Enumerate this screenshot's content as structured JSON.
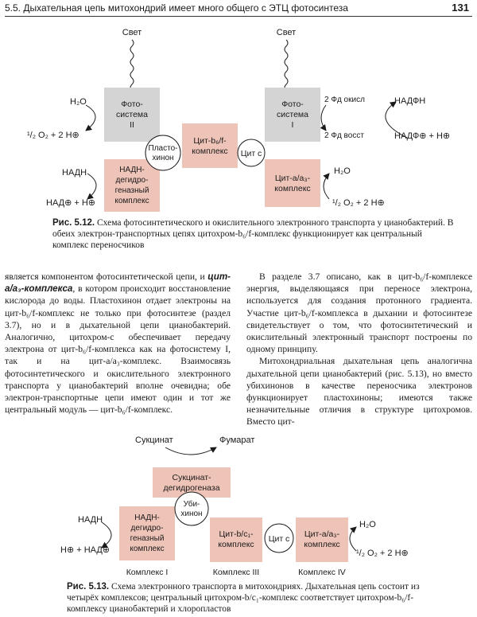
{
  "header": {
    "title": "5.5. Дыхательная цепь митохондрий имеет много общего с ЭТЦ фотосинтеза",
    "page": "131"
  },
  "fig1": {
    "light_left": "Свет",
    "light_right": "Свет",
    "ps2": [
      "Фото-",
      "система",
      "II"
    ],
    "ps1": [
      "Фото-",
      "система",
      "I"
    ],
    "b6f": [
      "Цит-b₆/f-",
      "комплекс"
    ],
    "pq": [
      "Пласто-",
      "хинон"
    ],
    "cytc": "Цит c",
    "nadh_dh": [
      "НАДН-",
      "дегидро-",
      "геназный",
      "комплекс"
    ],
    "cytaa3": [
      "Цит-a/a₃-",
      "комплекс"
    ],
    "h2o_left": "H₂O",
    "o2_left": "¹/₂ O₂ + 2 H⊕",
    "fd_ox": "2 Фд окисл",
    "fd_red": "2 Фд восст",
    "nadph": "НАДФН",
    "nadp": "НАДФ⊕ + H⊕",
    "nadh": "НАДН",
    "nad": "НАД⊕ + H⊕",
    "h2o_right": "H₂O",
    "o2_right": "¹/₂ O₂ + 2 H⊕"
  },
  "caption1": {
    "label": "Рис. 5.12.",
    "text": "Схема фотосинтетического и окислительного электронного транспорта у цианобактерий. В обеих электрон-транспортных цепях цитохром-b₆/f-комплекс функционирует как центральный комплекс переносчиков"
  },
  "left_col": {
    "p1a": "является компонентом фотосинтетической цепи, и ",
    "p1b": "цит-a/a₃-комплекса",
    "p1c": ", в котором происходит восстановление кислорода до воды. Пластохинон отдает электроны на цит-b₆/f-комплекс не только при фотосинтезе (раздел 3.7), но и в дыхательной цепи цианобактерий. Аналогично, цитохром-c обеспечивает передачу электрона от цит-b₆/f-комплекса как на фотосистему I, так и на цит-a/a₃-комплекс. Взаимосвязь фотосинтетического и окислительного электронного транспорта у цианобактерий вполне очевидна; обе электрон-транспортные цепи имеют один и тот же центральный модуль — цит-b₆/f-комплекс."
  },
  "right_col": {
    "p1": "В разделе 3.7 описано, как в цит-b₆/f-комплексе энергия, выделяющаяся при переносе электрона, используется для создания протонного градиента. Участие цит-b₆/f-комплекса в дыхании и фотосинтезе свидетельствует о том, что фотосинтетический и окислительный электронный транспорт построены по одному принципу.",
    "p2": "Митохондриальная дыхательная цепь аналогична дыхательной цепи цианобактерий (рис. 5.13), но вместо убихинонов в качестве переносчика электронов функционирует пластохиноны; имеются также незначительные отличия в структуре цитохромов. Вместо цит-"
  },
  "fig2": {
    "succinate": "Сукцинат",
    "fumarate": "Фумарат",
    "sdh": [
      "Сукцинат-",
      "дегидрогеназа"
    ],
    "uq": [
      "Уби-",
      "хинон"
    ],
    "nadh_dh": [
      "НАДН-",
      "дегидро-",
      "геназный",
      "комплекс"
    ],
    "bc1": [
      "Цит-b/c₁-",
      "комплекс"
    ],
    "cytc": "Цит c",
    "cytaa3": [
      "Цит-a/a₃-",
      "комплекс"
    ],
    "nadh": "НАДН",
    "nad": "H⊕ + НАД⊕",
    "h2o": "H₂O",
    "o2": "¹/₂ O₂ + 2 H⊕",
    "complex1": "Комплекс I",
    "complex3": "Комплекс III",
    "complex4": "Комплекс IV"
  },
  "caption2": {
    "label": "Рис. 5.13.",
    "text": "Схема электронного транспорта в митохондриях. Дыхательная цепь состоит из четырёх комплексов; центральный цитохром-b/c₁-комплекс соответствует цитохром-b₆/f-комплексу цианобактерий и хлоропластов"
  },
  "colors": {
    "box_grey": "#d4d4d4",
    "box_pink": "#efc4b8",
    "ink": "#1a1a1a"
  }
}
